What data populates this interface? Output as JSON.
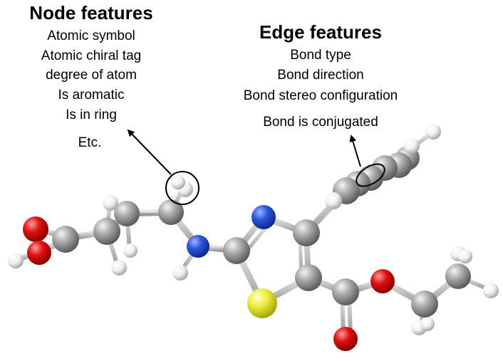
{
  "node_panel": {
    "title": "Node features",
    "items": [
      "Atomic symbol",
      "Atomic chiral tag",
      "degree of atom",
      "Is aromatic",
      "Is in ring",
      "Etc."
    ]
  },
  "edge_panel": {
    "title": "Edge features",
    "items": [
      "Bond type",
      "Bond direction",
      "Bond stereo configuration",
      "Bond is conjugated"
    ]
  },
  "atom_colors": {
    "carbon": "#9a9a9a",
    "hydrogen": "#f2f2f2",
    "oxygen": "#e01010",
    "nitrogen": "#2b55e0",
    "sulfur": "#eeee3a",
    "bond": "#bdbdbd"
  },
  "icons": {
    "node_highlight": "highlight-circle-icon",
    "edge_highlight": "highlight-ellipse-icon",
    "pointer": "arrow-icon"
  }
}
